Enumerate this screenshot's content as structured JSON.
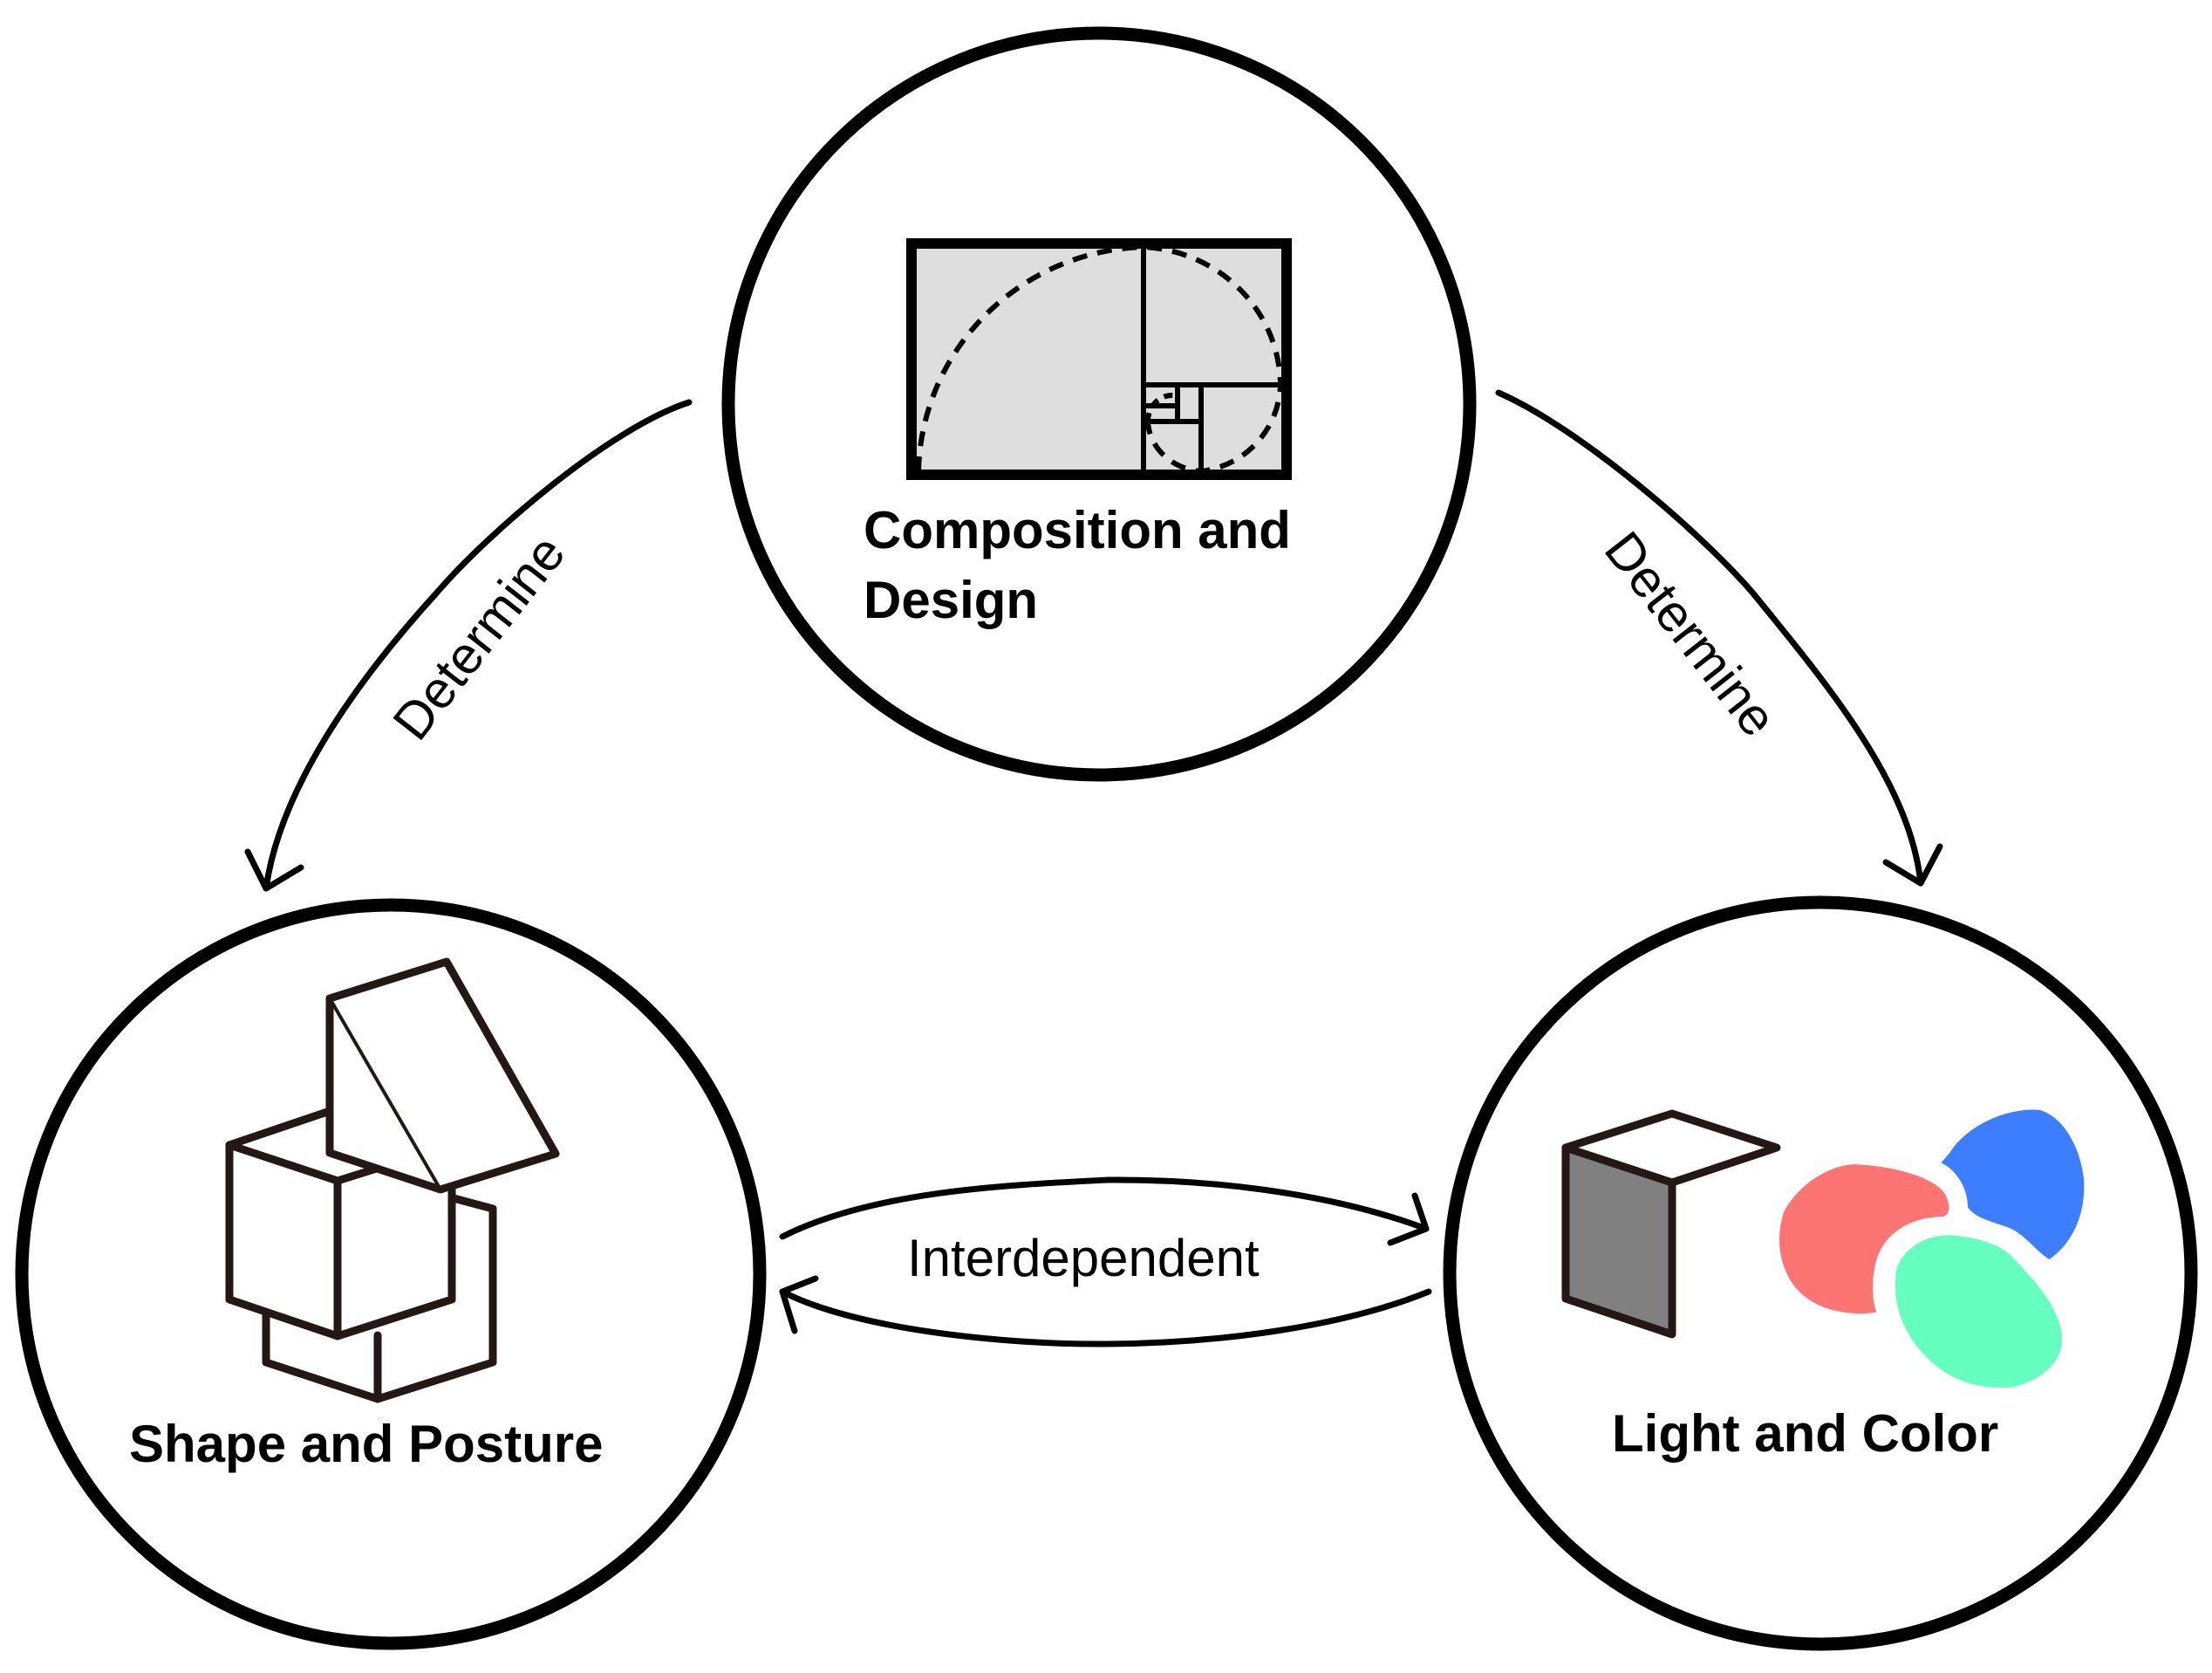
{
  "nodes": {
    "composition": {
      "label_line1": "Composition and",
      "label_line2": "Design",
      "icon": "golden-ratio-spiral-icon"
    },
    "shape": {
      "label": "Shape and Posture",
      "icon": "stacked-boxes-icon"
    },
    "light": {
      "label": "Light and Color",
      "icon": "shaded-cube-and-color-blobs-icon"
    }
  },
  "edges": {
    "composition_to_shape": "Determine",
    "composition_to_light": "Determine",
    "shape_light": "Interdependent"
  },
  "colors": {
    "stroke": "#000000",
    "panel_fill": "#dedede",
    "cube_shade": "#808080",
    "blob_red": "#fd7572",
    "blob_blue": "#3d7eff",
    "blob_green": "#65ffc0"
  }
}
